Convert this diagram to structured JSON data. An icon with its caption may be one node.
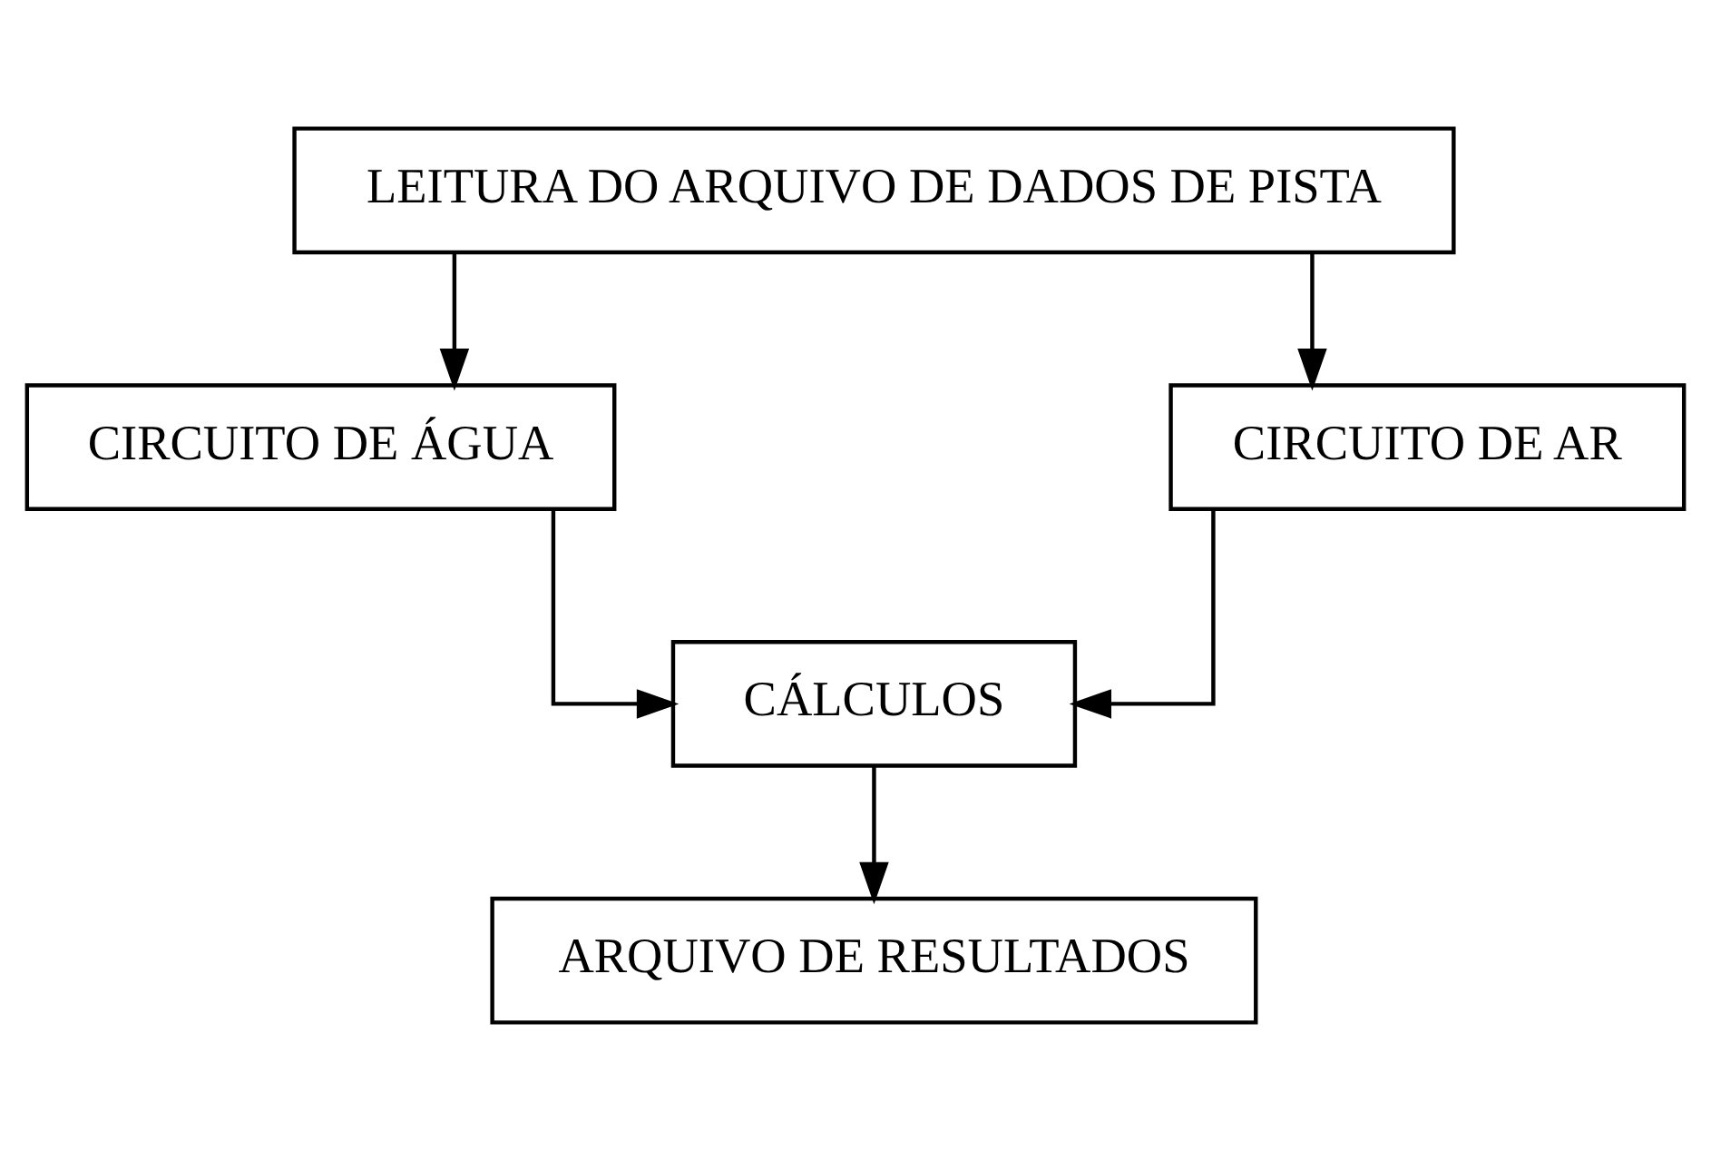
{
  "diagram": {
    "nodes": [
      {
        "text": [
          "LEITURA DO ARQUIVO DE DADOS DE PISTA"
        ]
      },
      {
        "text": [
          "CIRCUITO DE ÁGUA"
        ]
      },
      {
        "text": [
          "CIRCUITO DE AR"
        ]
      },
      {
        "text": [
          "CÁLCULOS"
        ]
      },
      {
        "text": [
          "ARQUIVO DE RESULTADOS"
        ]
      }
    ],
    "edges": [
      {
        "from": 0,
        "to": 1,
        "arrow": "to"
      },
      {
        "from": 0,
        "to": 2,
        "arrow": "to"
      },
      {
        "from": 1,
        "to": 3,
        "arrow": "to"
      },
      {
        "from": 2,
        "to": 3,
        "arrow": "to"
      },
      {
        "from": 3,
        "to": 4,
        "arrow": "to"
      }
    ]
  }
}
